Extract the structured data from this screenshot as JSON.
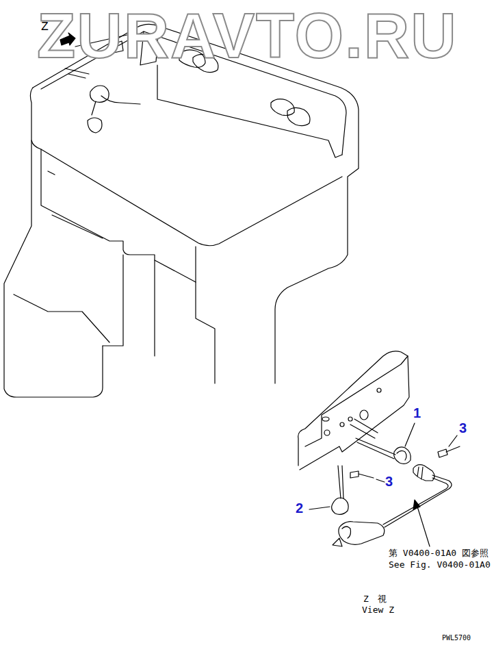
{
  "diagram": {
    "labels": [
      "ZURAVTO.RU",
      "Z",
      "1",
      "3",
      "3",
      "2",
      "第 V0400-01A0 図参照",
      "See Fig. V0400-01A0",
      "Z　視",
      "View Z",
      "PWL5700"
    ]
  }
}
